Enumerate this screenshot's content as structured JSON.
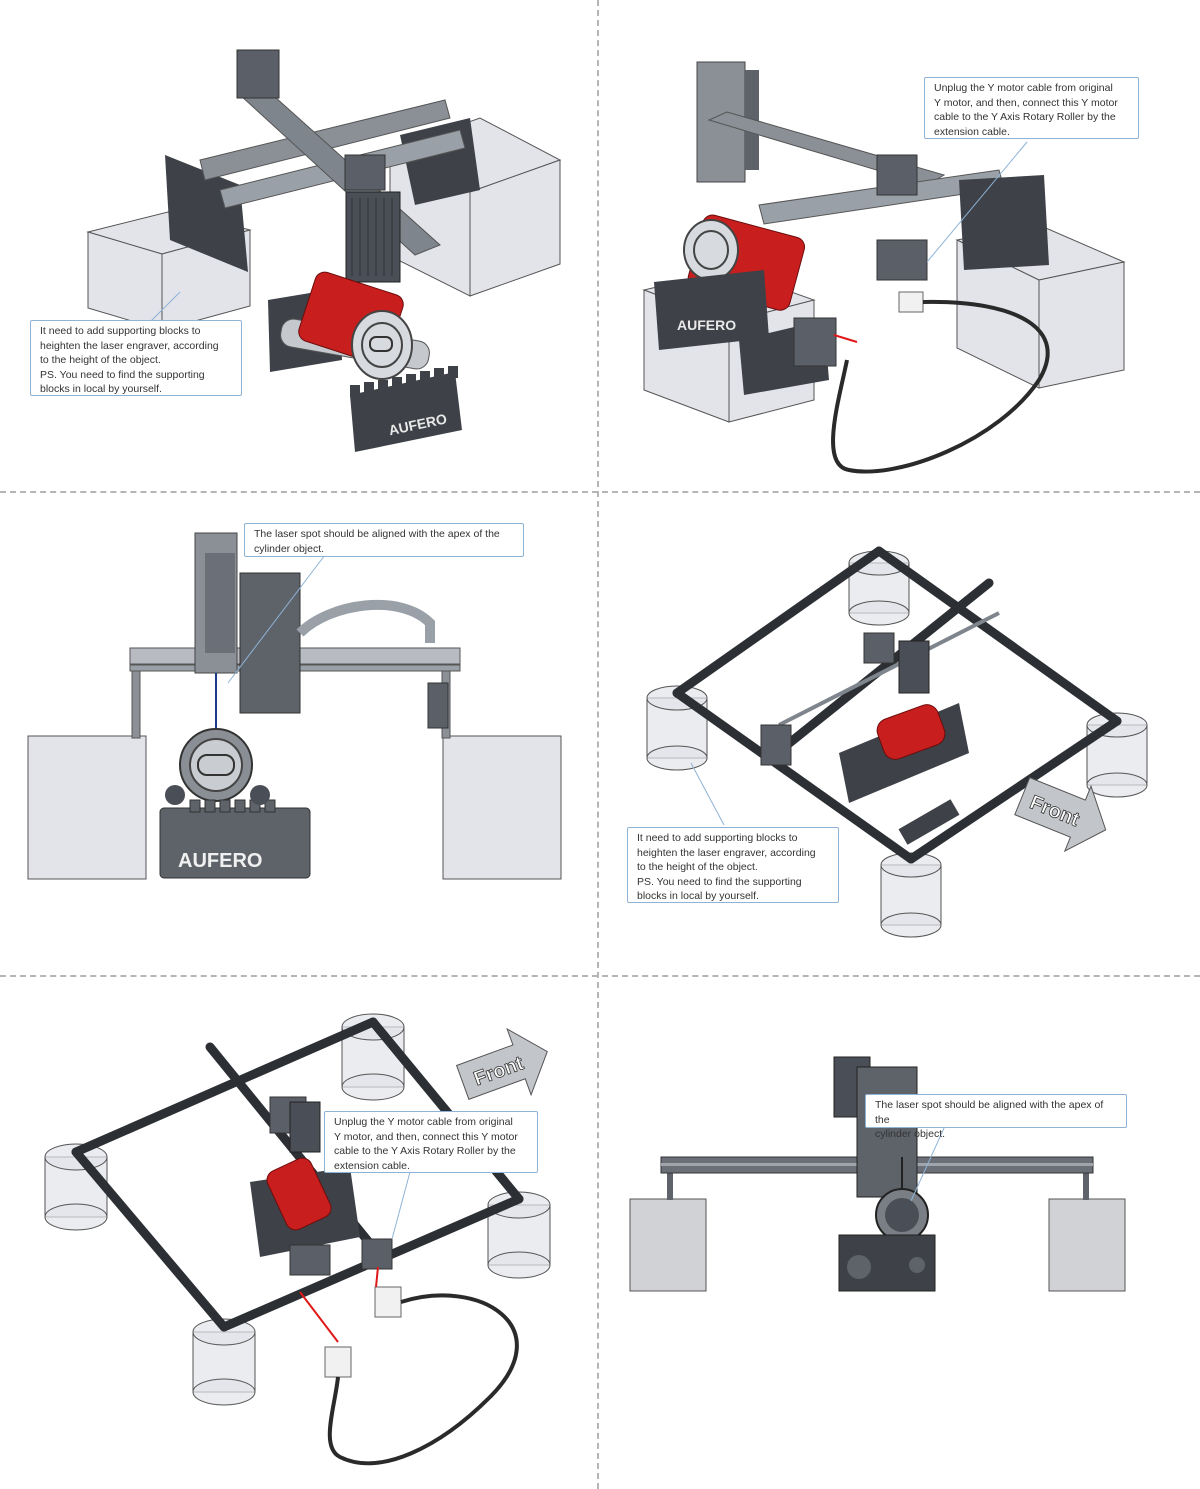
{
  "brand": "AUFERO",
  "colors": {
    "frame": "#3e4147",
    "rail": "#8b9097",
    "can_red": "#c81e1e",
    "block_fill": "#e2e4ea",
    "callout_border": "#8fb3d6",
    "arrow_red": "#e01818"
  },
  "panels": [
    {
      "name": "rollers-blocks-3d",
      "callout": "It need to add supporting blocks to\nheighten the laser engraver, according\nto the height of the object.\nPS. You need to find the supporting\nblocks in local by yourself."
    },
    {
      "name": "motor-cable-3d",
      "callout": "Unplug the Y motor cable from original\nY motor, and then, connect this Y motor\ncable to the Y Axis Rotary Roller by the\nextension cable."
    },
    {
      "name": "laser-spot-front",
      "callout": "The laser spot should be aligned with the apex of the\ncylinder object."
    },
    {
      "name": "frame-blocks-iso",
      "callout": "It need to add supporting blocks to\nheighten the laser engraver, according\nto the height of the object.\nPS. You need to find the supporting\nblocks in local by yourself.",
      "arrow_label": "Front"
    },
    {
      "name": "frame-cable-iso",
      "callout": "Unplug the Y motor cable from original\nY motor, and then, connect this Y motor\ncable to the Y Axis Rotary Roller by the\nextension cable.",
      "arrow_label": "Front"
    },
    {
      "name": "laser-spot-side",
      "callout": "The laser spot should be aligned with the apex of the\ncylinder object."
    }
  ]
}
